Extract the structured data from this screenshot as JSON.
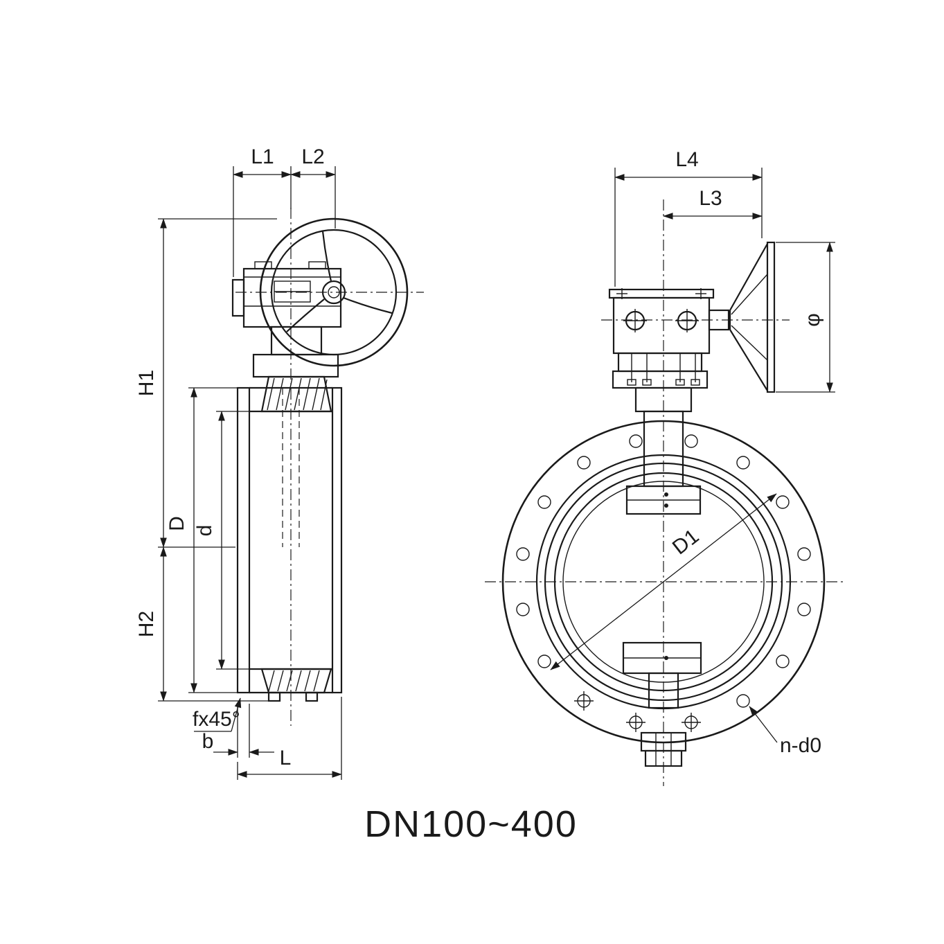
{
  "drawing": {
    "caption": "DN100~400",
    "labels": {
      "L1": "L1",
      "L2": "L2",
      "L3": "L3",
      "L4": "L4",
      "H1": "H1",
      "H2": "H2",
      "D": "D",
      "d": "d",
      "D1": "D1",
      "phi": "φ",
      "chamfer": "fx45°",
      "b": "b",
      "L": "L",
      "bolt_spec": "n-d0"
    },
    "colors": {
      "line": "#1a1a1a",
      "background": "#ffffff"
    }
  }
}
